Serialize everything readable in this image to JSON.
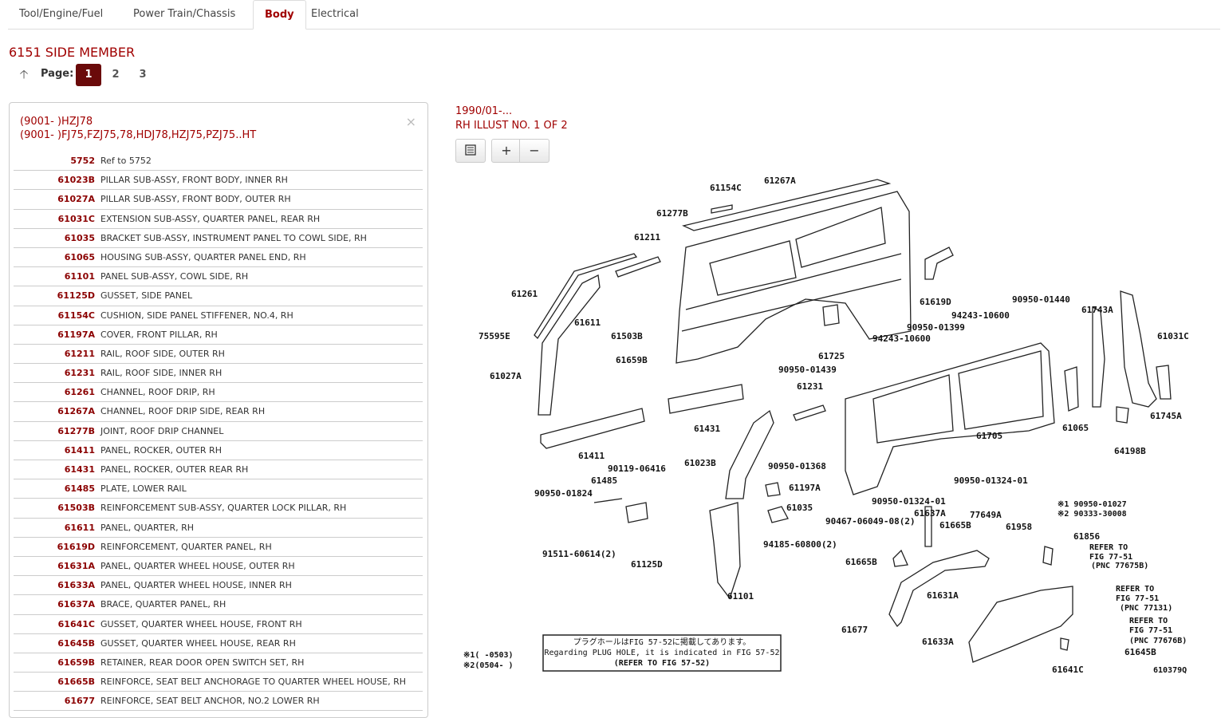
{
  "tabs": [
    {
      "label": "Tool/Engine/Fuel",
      "active": false
    },
    {
      "label": "Power Train/Chassis",
      "active": false
    },
    {
      "label": "Body",
      "active": true
    },
    {
      "label": "Electrical",
      "active": false
    }
  ],
  "page_title": "6151 SIDE MEMBER",
  "pager": {
    "label": "Page:",
    "pages": [
      "1",
      "2",
      "3"
    ],
    "current": "1"
  },
  "panel": {
    "line1": "(9001- )HZJ78",
    "line2": "(9001- )FJ75,FZJ75,78,HDJ78,HZJ75,PZJ75..HT",
    "close": "×"
  },
  "parts": [
    {
      "code": "5752",
      "desc": "Ref to 5752"
    },
    {
      "code": "61023B",
      "desc": "PILLAR SUB-ASSY, FRONT BODY, INNER RH"
    },
    {
      "code": "61027A",
      "desc": "PILLAR SUB-ASSY, FRONT BODY, OUTER RH"
    },
    {
      "code": "61031C",
      "desc": "EXTENSION SUB-ASSY, QUARTER PANEL, REAR RH"
    },
    {
      "code": "61035",
      "desc": "BRACKET SUB-ASSY, INSTRUMENT PANEL TO COWL SIDE, RH"
    },
    {
      "code": "61065",
      "desc": "HOUSING SUB-ASSY, QUARTER PANEL END, RH"
    },
    {
      "code": "61101",
      "desc": "PANEL SUB-ASSY, COWL SIDE, RH"
    },
    {
      "code": "61125D",
      "desc": "GUSSET, SIDE PANEL"
    },
    {
      "code": "61154C",
      "desc": "CUSHION, SIDE PANEL STIFFENER, NO.4, RH"
    },
    {
      "code": "61197A",
      "desc": "COVER, FRONT PILLAR, RH"
    },
    {
      "code": "61211",
      "desc": "RAIL, ROOF SIDE, OUTER RH"
    },
    {
      "code": "61231",
      "desc": "RAIL, ROOF SIDE, INNER RH"
    },
    {
      "code": "61261",
      "desc": "CHANNEL, ROOF DRIP, RH"
    },
    {
      "code": "61267A",
      "desc": "CHANNEL, ROOF DRIP SIDE, REAR RH"
    },
    {
      "code": "61277B",
      "desc": "JOINT, ROOF DRIP CHANNEL"
    },
    {
      "code": "61411",
      "desc": "PANEL, ROCKER, OUTER RH"
    },
    {
      "code": "61431",
      "desc": "PANEL, ROCKER, OUTER REAR RH"
    },
    {
      "code": "61485",
      "desc": "PLATE, LOWER RAIL"
    },
    {
      "code": "61503B",
      "desc": "REINFORCEMENT SUB-ASSY, QUARTER LOCK PILLAR, RH"
    },
    {
      "code": "61611",
      "desc": "PANEL, QUARTER, RH"
    },
    {
      "code": "61619D",
      "desc": "REINFORCEMENT, QUARTER PANEL, RH"
    },
    {
      "code": "61631A",
      "desc": "PANEL, QUARTER WHEEL HOUSE, OUTER RH"
    },
    {
      "code": "61633A",
      "desc": "PANEL, QUARTER WHEEL HOUSE, INNER RH"
    },
    {
      "code": "61637A",
      "desc": "BRACE, QUARTER PANEL, RH"
    },
    {
      "code": "61641C",
      "desc": "GUSSET, QUARTER WHEEL HOUSE, FRONT RH"
    },
    {
      "code": "61645B",
      "desc": "GUSSET, QUARTER WHEEL HOUSE, REAR RH"
    },
    {
      "code": "61659B",
      "desc": "RETAINER, REAR DOOR OPEN SWITCH SET, RH"
    },
    {
      "code": "61665B",
      "desc": "REINFORCE, SEAT BELT ANCHORAGE TO QUARTER WHEEL HOUSE, RH"
    },
    {
      "code": "61677",
      "desc": "REINFORCE, SEAT BELT ANCHOR, NO.2 LOWER RH"
    }
  ],
  "diagram": {
    "date": "1990/01-...",
    "illust": "RH ILLUST NO. 1 OF 2",
    "tools": [
      "list-icon",
      "zoom-in-icon",
      "zoom-out-icon"
    ],
    "labels": [
      {
        "id": "61154C",
        "text": "61154C"
      },
      {
        "id": "61267A",
        "text": "61267A"
      },
      {
        "id": "61277B",
        "text": "61277B"
      },
      {
        "id": "61211",
        "text": "61211"
      },
      {
        "id": "61261",
        "text": "61261"
      },
      {
        "id": "61611",
        "text": "61611"
      },
      {
        "id": "61503B",
        "text": "61503B"
      },
      {
        "id": "75595E",
        "text": "75595E"
      },
      {
        "id": "61659B",
        "text": "61659B"
      },
      {
        "id": "61027A",
        "text": "61027A"
      },
      {
        "id": "61619D",
        "text": "61619D"
      },
      {
        "id": "61725",
        "text": "61725"
      },
      {
        "id": "90950-01440",
        "text": "90950-01440"
      },
      {
        "id": "61743A",
        "text": "61743A"
      },
      {
        "id": "61031C",
        "text": "61031C"
      },
      {
        "id": "94243-10600a",
        "text": "94243-10600"
      },
      {
        "id": "90950-01399",
        "text": "90950-01399"
      },
      {
        "id": "94243-10600b",
        "text": "94243-10600"
      },
      {
        "id": "90950-01439",
        "text": "90950-01439"
      },
      {
        "id": "61231",
        "text": "61231"
      },
      {
        "id": "61431",
        "text": "61431"
      },
      {
        "id": "61411",
        "text": "61411"
      },
      {
        "id": "61065",
        "text": "61065"
      },
      {
        "id": "61745A",
        "text": "61745A"
      },
      {
        "id": "61705",
        "text": "61705"
      },
      {
        "id": "64198B",
        "text": "64198B"
      },
      {
        "id": "61023B",
        "text": "61023B"
      },
      {
        "id": "90950-01368",
        "text": "90950-01368"
      },
      {
        "id": "90119-06416",
        "text": "90119-06416"
      },
      {
        "id": "61485",
        "text": "61485"
      },
      {
        "id": "90950-01824",
        "text": "90950-01824"
      },
      {
        "id": "61197A",
        "text": "61197A"
      },
      {
        "id": "90950-01324-01a",
        "text": "90950-01324-01"
      },
      {
        "id": "90950-01324-01b",
        "text": "90950-01324-01"
      },
      {
        "id": "61035",
        "text": "61035"
      },
      {
        "id": "90467-06049-08",
        "text": "90467-06049-08(2)"
      },
      {
        "id": "61637A",
        "text": "61637A"
      },
      {
        "id": "77649A",
        "text": "77649A"
      },
      {
        "id": "note1",
        "text": "※1 90950-01027"
      },
      {
        "id": "note2",
        "text": "※2 90333-30008"
      },
      {
        "id": "61665Ba",
        "text": "61665B"
      },
      {
        "id": "61958",
        "text": "61958"
      },
      {
        "id": "61856",
        "text": "61856"
      },
      {
        "id": "94185-60800",
        "text": "94185-60800(2)"
      },
      {
        "id": "91511-60614",
        "text": "91511-60614(2)"
      },
      {
        "id": "61125D",
        "text": "61125D"
      },
      {
        "id": "61665Bb",
        "text": "61665B"
      },
      {
        "id": "61101",
        "text": "61101"
      },
      {
        "id": "61631A",
        "text": "61631A"
      },
      {
        "id": "ref1a",
        "text": "REFER TO"
      },
      {
        "id": "ref1b",
        "text": "FIG 77-51"
      },
      {
        "id": "ref1c",
        "text": "(PNC 77675B)"
      },
      {
        "id": "ref2a",
        "text": "REFER TO"
      },
      {
        "id": "ref2b",
        "text": "FIG 77-51"
      },
      {
        "id": "ref2c",
        "text": "(PNC 77131)"
      },
      {
        "id": "ref3a",
        "text": "REFER TO"
      },
      {
        "id": "ref3b",
        "text": "FIG 77-51"
      },
      {
        "id": "ref3c",
        "text": "(PNC 77676B)"
      },
      {
        "id": "61677",
        "text": "61677"
      },
      {
        "id": "61633A",
        "text": "61633A"
      },
      {
        "id": "61645B",
        "text": "61645B"
      },
      {
        "id": "61641C",
        "text": "61641C"
      },
      {
        "id": "fignum",
        "text": "610379Q"
      },
      {
        "id": "foot1",
        "text": "※1(      -0503)"
      },
      {
        "id": "foot2",
        "text": "※2(0504-      )"
      }
    ],
    "note_box": [
      "プラグホールはFIG 57-52に掲載してあります。",
      "Regarding PLUG HOLE, it is indicated in FIG 57-52",
      "(REFER TO FIG 57-52)"
    ]
  }
}
